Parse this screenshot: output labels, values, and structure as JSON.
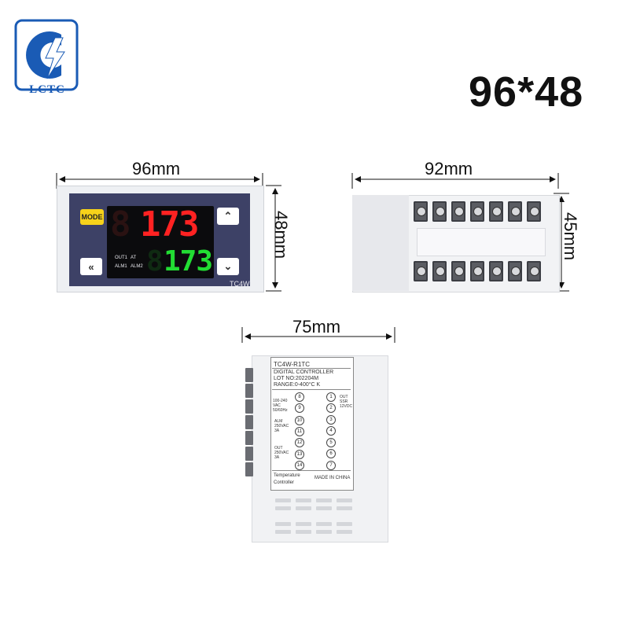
{
  "brand": {
    "logo_text": "LCTC"
  },
  "headline": "96*48",
  "dimensions": {
    "front_width": "96mm",
    "front_height": "48mm",
    "back_width": "92mm",
    "back_height": "45mm",
    "side_width": "75mm"
  },
  "front_panel": {
    "mode_label": "MODE",
    "pv_value": "173",
    "sv_value": "173",
    "indicator_out1": "OUT1",
    "indicator_at": "AT",
    "indicator_alm1": "ALM1",
    "indicator_alm2": "ALM2",
    "model": "TC4W"
  },
  "side_label": {
    "model": "TC4W-R1TC",
    "type": "DIGITAL CONTROLLER",
    "lot": "LOT NO:202204M",
    "range": "RANGE:0-400°C K",
    "power_text": "100-240 VAC 50/60Hz",
    "out_text": "OUT SSR 12VDC",
    "alm_text": "ALM 250VAC 3A",
    "out2_text": "OUT 250VAC 3A",
    "footer_left_1": "Temperature",
    "footer_left_2": "Controller",
    "footer_right": "MADE IN CHINA",
    "left_nodes": [
      "8",
      "9",
      "10",
      "11",
      "12",
      "13",
      "14"
    ],
    "right_nodes": [
      "1",
      "2",
      "3",
      "4",
      "5",
      "6",
      "7"
    ]
  },
  "colors": {
    "panel": "#3d4166",
    "pv_red": "#ff2222",
    "sv_green": "#22dd33",
    "mode_yellow": "#f7d21a",
    "logo_blue": "#1a5bb5"
  }
}
